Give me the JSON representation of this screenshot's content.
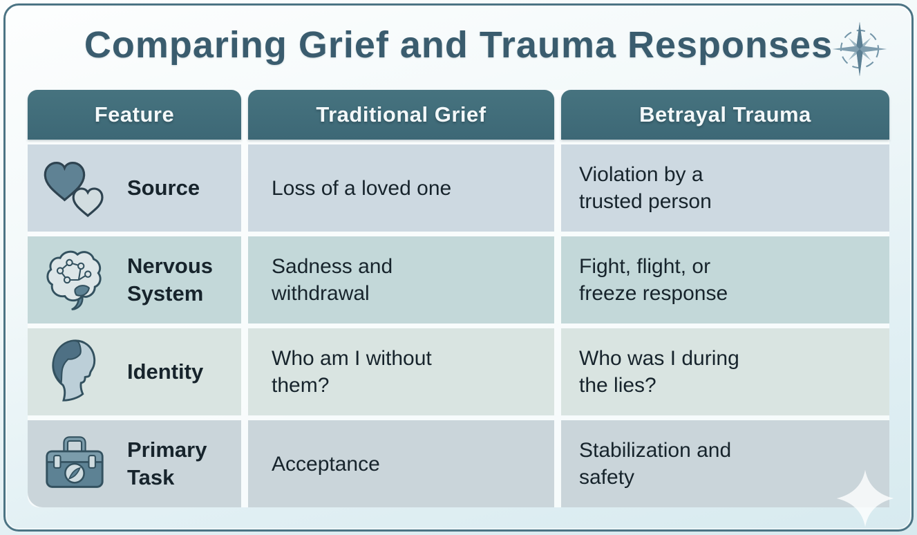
{
  "title": "Comparing Grief and Trauma Responses",
  "decorations": {
    "header_icon": "compass-rose",
    "corner_icon": "sparkle"
  },
  "colors": {
    "header_bg": "#3f6b7b",
    "header_text": "#f3f8f9",
    "title_text": "#3a5c6e",
    "row1_bg": "#cdd9e1",
    "row2_bg": "#c3d8d9",
    "row3_bg": "#d9e4e1",
    "row4_bg": "#cad5da",
    "body_text": "#17242c",
    "frame_border": "#4c7484",
    "icon_steel_blue": "#5d8294"
  },
  "table": {
    "columns": [
      "Feature",
      "Traditional Grief",
      "Betrayal Trauma"
    ],
    "rows": [
      {
        "icon": "hearts-icon",
        "feature": "Source",
        "traditional_grief": "Loss of a loved one",
        "betrayal_trauma": "Violation by a\ntrusted person"
      },
      {
        "icon": "brain-icon",
        "feature": "Nervous\nSystem",
        "traditional_grief": "Sadness and\nwithdrawal",
        "betrayal_trauma": "Fight, flight, or\nfreeze response"
      },
      {
        "icon": "head-profile-icon",
        "feature": "Identity",
        "traditional_grief": "Who am I without\nthem?",
        "betrayal_trauma": "Who was I during\nthe lies?"
      },
      {
        "icon": "toolbox-icon",
        "feature": "Primary\nTask",
        "traditional_grief": "Acceptance",
        "betrayal_trauma": "Stabilization and\nsafety"
      }
    ]
  }
}
